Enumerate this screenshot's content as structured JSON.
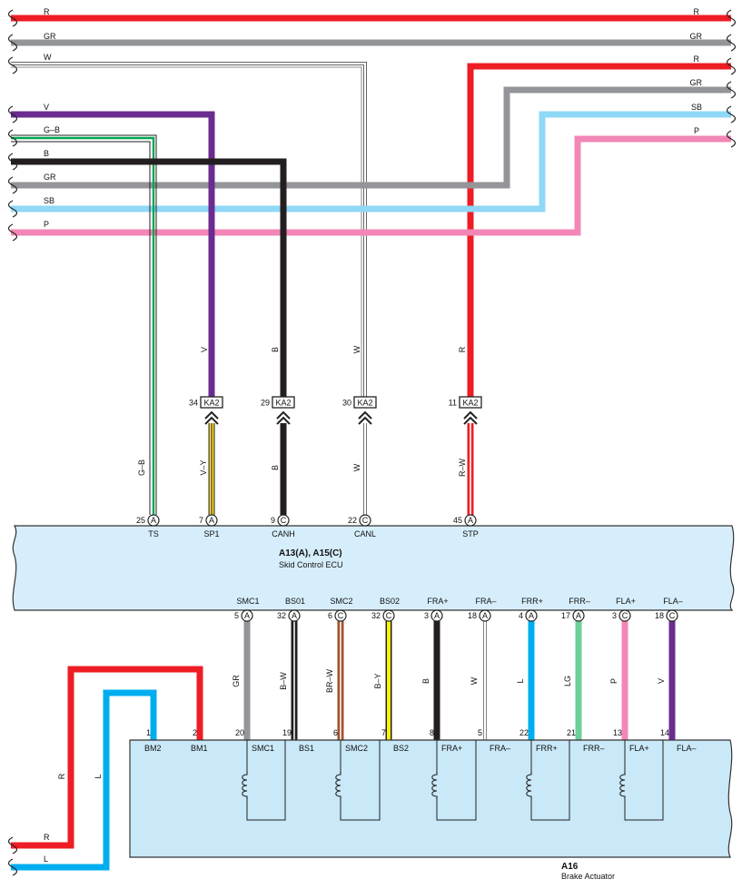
{
  "colors": {
    "R": "#ee1c25",
    "GR": "#939598",
    "W": "#ffffff",
    "V": "#6a2c91",
    "G": "#00a651",
    "B": "#231f20",
    "SB": "#8fd8f6",
    "P": "#f287b7",
    "Y": "#fff200",
    "BR": "#a0522d",
    "L": "#00aeef",
    "LG": "#6dcf9a",
    "ecu": "#d6eefb",
    "actuator": "#c9e8f8"
  },
  "top_wires": [
    {
      "code": "R",
      "color": "R"
    },
    {
      "code": "GR",
      "color": "GR"
    },
    {
      "code": "W",
      "color": "W"
    },
    {
      "code": "R",
      "color": "R"
    },
    {
      "code": "GR",
      "color": "GR"
    },
    {
      "code": "SB",
      "color": "SB"
    },
    {
      "code": "P",
      "color": "P"
    },
    {
      "code": "V",
      "color": "V"
    },
    {
      "code": "G–B",
      "color": "G"
    },
    {
      "code": "B",
      "color": "B"
    },
    {
      "code": "GR",
      "color": "GR"
    },
    {
      "code": "SB",
      "color": "SB"
    },
    {
      "code": "P",
      "color": "P"
    }
  ],
  "ka2_connectors": [
    {
      "pin": "34",
      "name": "KA2",
      "upper_code": "V",
      "lower_code": "V–Y"
    },
    {
      "pin": "29",
      "name": "KA2",
      "upper_code": "B",
      "lower_code": "B"
    },
    {
      "pin": "30",
      "name": "KA2",
      "upper_code": "W",
      "lower_code": "W"
    },
    {
      "pin": "11",
      "name": "KA2",
      "upper_code": "R",
      "lower_code": "R–W"
    }
  ],
  "ts_wire_code": "G–B",
  "ecu": {
    "title": "A13(A), A15(C)",
    "subtitle": "Skid Control ECU",
    "top_pins": [
      {
        "pin": "25",
        "conn": "A",
        "label": "TS"
      },
      {
        "pin": "7",
        "conn": "A",
        "label": "SP1"
      },
      {
        "pin": "9",
        "conn": "C",
        "label": "CANH"
      },
      {
        "pin": "22",
        "conn": "C",
        "label": "CANL"
      },
      {
        "pin": "45",
        "conn": "A",
        "label": "STP"
      }
    ],
    "bottom_pins": [
      {
        "pin": "5",
        "conn": "A",
        "label": "SMC1",
        "code": "GR",
        "act_pin": "20"
      },
      {
        "pin": "32",
        "conn": "A",
        "label": "BS01",
        "code": "B–W",
        "act_pin": "19"
      },
      {
        "pin": "6",
        "conn": "C",
        "label": "SMC2",
        "code": "BR–W",
        "act_pin": "6"
      },
      {
        "pin": "32",
        "conn": "C",
        "label": "BS02",
        "code": "B–Y",
        "act_pin": "7"
      },
      {
        "pin": "3",
        "conn": "A",
        "label": "FRA+",
        "code": "B",
        "act_pin": "8"
      },
      {
        "pin": "18",
        "conn": "A",
        "label": "FRA–",
        "code": "W",
        "act_pin": "5"
      },
      {
        "pin": "4",
        "conn": "A",
        "label": "FRR+",
        "code": "L",
        "act_pin": "22"
      },
      {
        "pin": "17",
        "conn": "A",
        "label": "FRR–",
        "code": "LG",
        "act_pin": "21"
      },
      {
        "pin": "3",
        "conn": "C",
        "label": "FLA+",
        "code": "P",
        "act_pin": "13"
      },
      {
        "pin": "18",
        "conn": "C",
        "label": "FLA–",
        "code": "V",
        "act_pin": "14"
      }
    ]
  },
  "actuator": {
    "title": "A16",
    "subtitle": "Brake Actuator",
    "power_pins": [
      {
        "pin": "1",
        "label": "BM2",
        "code": "L"
      },
      {
        "pin": "2",
        "label": "BM1",
        "code": "R"
      }
    ],
    "pin_labels": [
      "SMC1",
      "BS1",
      "SMC2",
      "BS2",
      "FRA+",
      "FRA–",
      "FRR+",
      "FRR–",
      "FLA+",
      "FLA–"
    ]
  },
  "left_wires": [
    {
      "code": "R",
      "color": "R"
    },
    {
      "code": "L",
      "color": "L"
    }
  ]
}
